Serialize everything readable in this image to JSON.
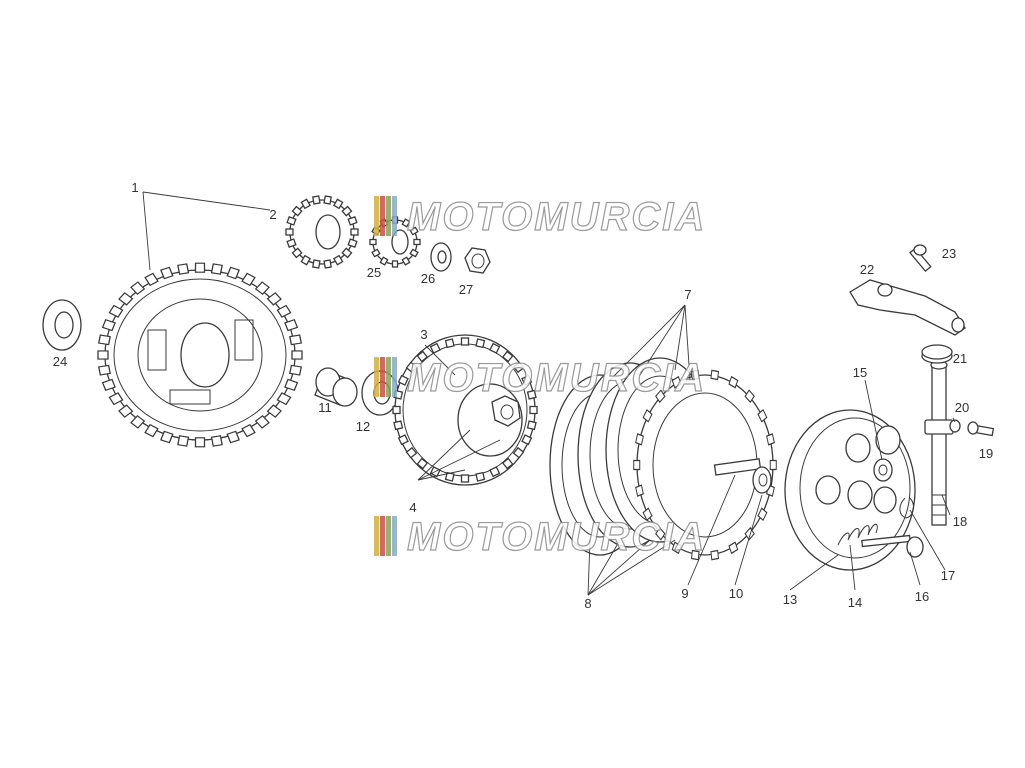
{
  "diagram": {
    "watermark": "MOTOMURCIA",
    "watermark_colors": [
      "#d4b13a",
      "#c7504a",
      "#7fa65a",
      "#8aa7c9"
    ],
    "callouts": [
      "1",
      "2",
      "3",
      "4",
      "7",
      "8",
      "9",
      "10",
      "11",
      "12",
      "13",
      "14",
      "15",
      "16",
      "17",
      "18",
      "19",
      "20",
      "21",
      "22",
      "23",
      "24",
      "25",
      "26",
      "27"
    ]
  }
}
